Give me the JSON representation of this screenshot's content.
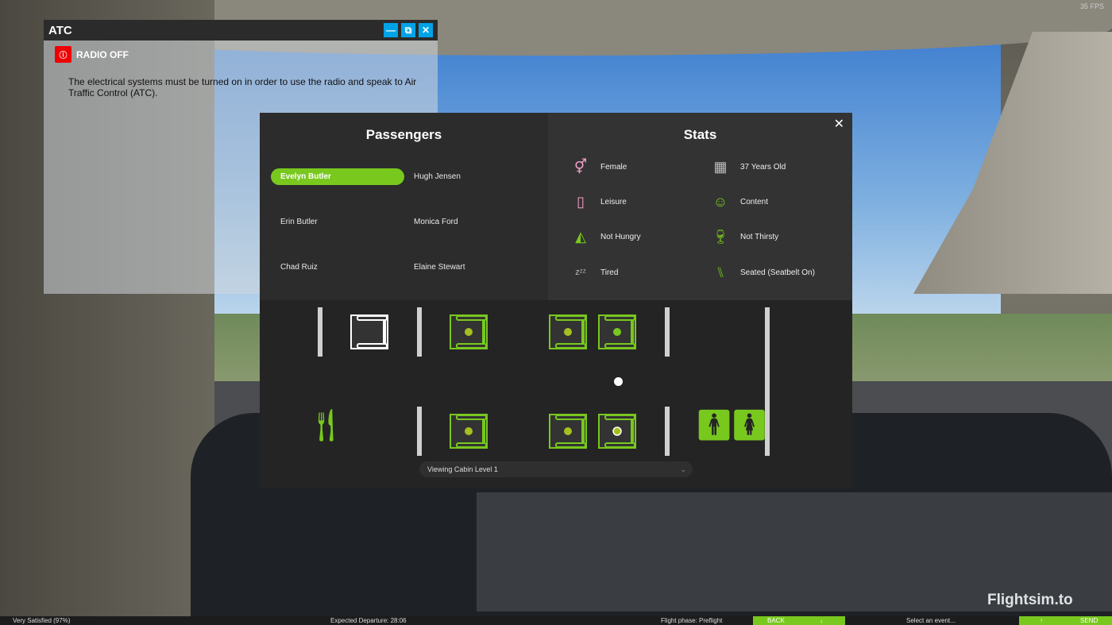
{
  "fps": "35 FPS",
  "atc": {
    "title": "ATC",
    "status": "RADIO OFF",
    "message": "The electrical systems must be turned on in order to use the radio and speak to Air Traffic Control (ATC).",
    "buttons": [
      "minimize",
      "popout",
      "close"
    ]
  },
  "passengers": {
    "title": "Passengers",
    "list": [
      {
        "name": "Evelyn Butler",
        "selected": true
      },
      {
        "name": "Hugh Jensen"
      },
      {
        "name": "Erin Butler"
      },
      {
        "name": "Monica Ford"
      },
      {
        "name": "Chad Ruiz"
      },
      {
        "name": "Elaine Stewart"
      }
    ]
  },
  "stats": {
    "title": "Stats",
    "items": [
      {
        "icon": "gender-icon",
        "label": "Female"
      },
      {
        "icon": "calendar-icon",
        "label": "37 Years Old"
      },
      {
        "icon": "luggage-icon",
        "label": "Leisure"
      },
      {
        "icon": "smiley-icon",
        "label": "Content"
      },
      {
        "icon": "pizza-icon",
        "label": "Not Hungry"
      },
      {
        "icon": "wine-glass-icon",
        "label": "Not Thirsty"
      },
      {
        "icon": "sleep-icon",
        "label": "Tired"
      },
      {
        "icon": "seat-icon",
        "label": "Seated (Seatbelt On)"
      }
    ]
  },
  "cabin": {
    "level_label": "Viewing Cabin Level 1",
    "accent": "#78c81e"
  },
  "statusbar": {
    "satisfaction": "Very Satisfied (97%)",
    "departure": "Expected Departure: 28:06",
    "phase": "Flight phase: Preflight",
    "back": "BACK",
    "select": "Select an event...",
    "send": "SEND"
  },
  "watermark": "Flightsim.to"
}
